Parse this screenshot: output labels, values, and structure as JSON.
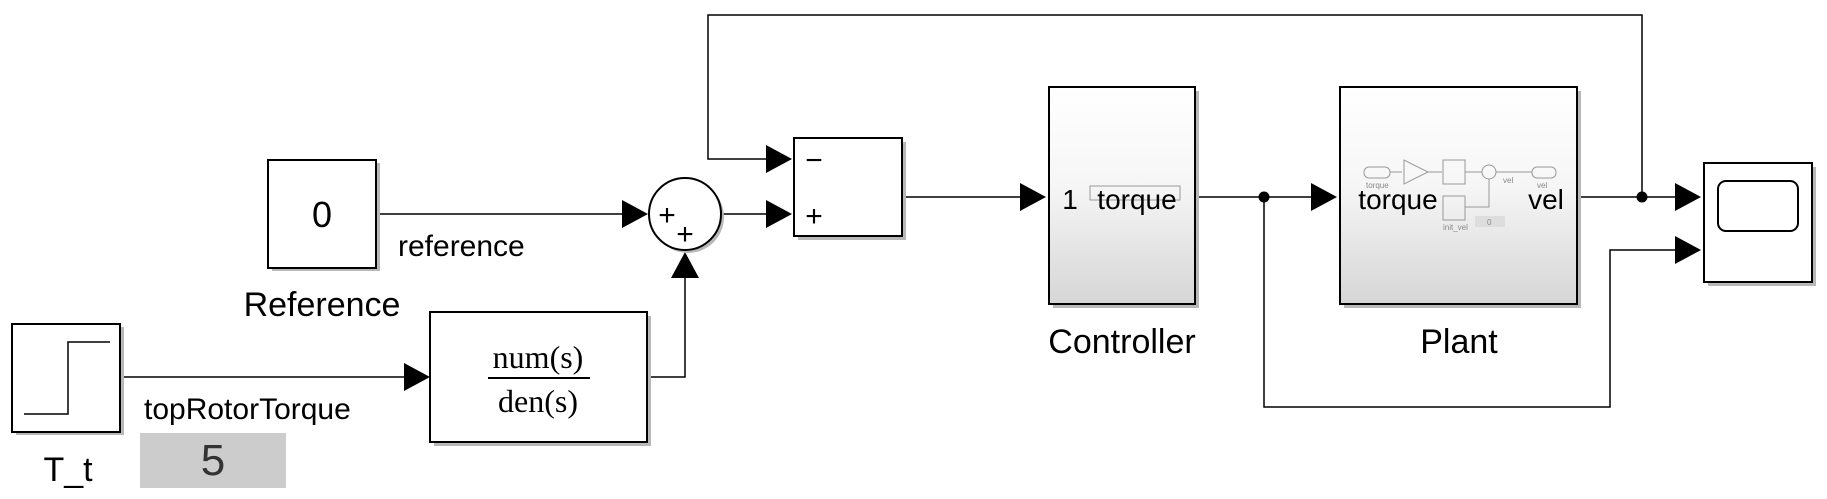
{
  "blocks": {
    "reference": {
      "value": "0",
      "name": "Reference"
    },
    "step": {
      "name": "T_t"
    },
    "display": {
      "value": "5"
    },
    "transfer_fcn": {
      "numerator": "num(s)",
      "denominator": "den(s)"
    },
    "sum_round": {
      "sign_top": "+",
      "sign_bottom": "+"
    },
    "sum_rect": {
      "sign_top": "−",
      "sign_bottom": "+"
    },
    "controller": {
      "port_number": "1",
      "port_label": "torque",
      "name": "Controller"
    },
    "plant": {
      "in_port": "torque",
      "out_port": "vel",
      "name": "Plant",
      "mini": {
        "in_tag": "torque",
        "out_tag": "vel",
        "wire_label": "vel",
        "init_label": "init_vel",
        "init_value": "0"
      }
    },
    "scope": {}
  },
  "signals": {
    "reference": "reference",
    "top_rotor_torque": "topRotorTorque"
  }
}
